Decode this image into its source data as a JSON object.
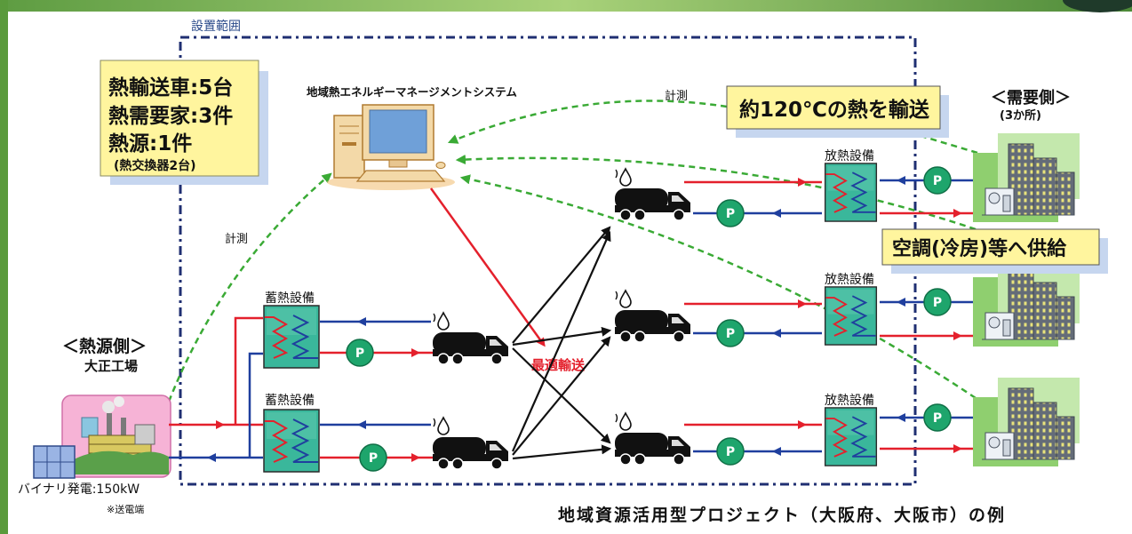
{
  "range_label": "設置範囲",
  "summary": {
    "trucks": "熱輸送車:5台",
    "customers": "熱需要家:3件",
    "sources": "熱源:1件",
    "exchangers": "(熱交換器2台)"
  },
  "system_label": "地域熱エネルギーマネージメントシステム",
  "measure_labels": [
    "計測",
    "計測"
  ],
  "callouts": {
    "transport": "約120℃の熱を輸送",
    "supply": "空調(冷房)等へ供給"
  },
  "demand_side": {
    "title": "＜需要側＞",
    "count": "(3か所)"
  },
  "source_side": {
    "title": "＜熱源側＞",
    "name": "大正工場"
  },
  "binary_power": {
    "label": "バイナリ発電:150kW",
    "note": "※送電端"
  },
  "storage_labels": [
    "蓄熱設備",
    "蓄熱設備"
  ],
  "radiator_labels": [
    "放熱設備",
    "放熱設備",
    "放熱設備"
  ],
  "pump_label": "P",
  "optimal_transport": "最適輸送",
  "caption": "地域資源活用型プロジェクト（大阪府、大阪市）の例",
  "icons": [
    "computer-icon",
    "factory-icon",
    "power-panel-icon",
    "truck-icon",
    "heat-exchanger-icon",
    "pump-icon",
    "building-icon"
  ],
  "colors": {
    "frame": "#1f2f72",
    "heat_flow": "#e4202c",
    "return_flow": "#1f3f9e",
    "measurement": "#3aaa35",
    "pump": "#1ea56c",
    "callout_fill": "#fff59e",
    "heat_exchanger": "#3ab79b"
  }
}
